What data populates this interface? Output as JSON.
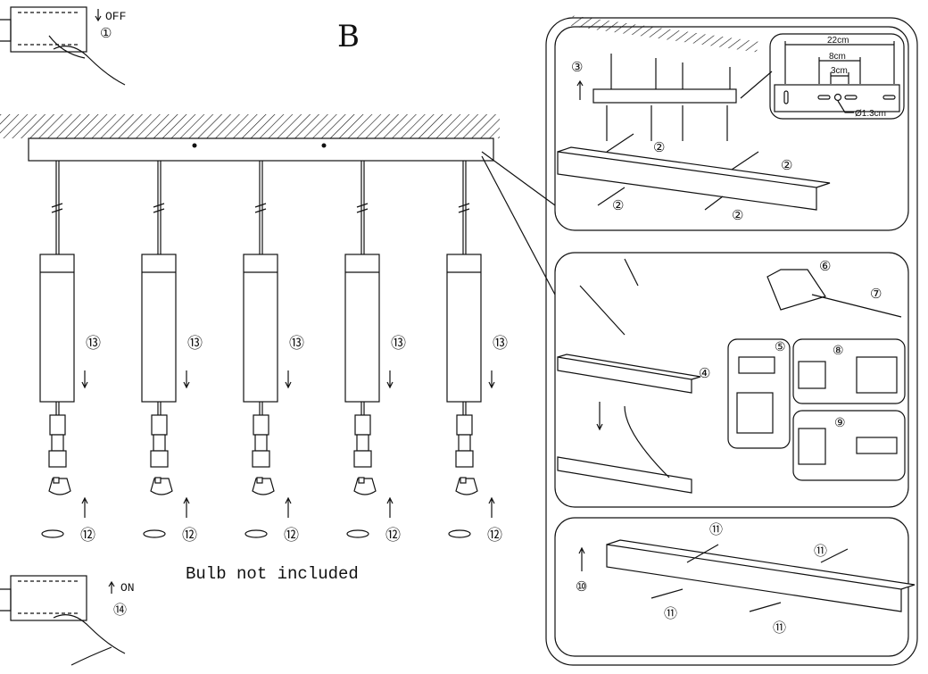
{
  "diagram": {
    "title": "B",
    "left": {
      "switch_off": {
        "label": "OFF",
        "step": "①"
      },
      "switch_on": {
        "label": "ON",
        "step": "⑭"
      },
      "pendant_step_lower": "⑬",
      "bulb_step_rotate": "⑫",
      "note": "Bulb not included"
    },
    "panel_mounting": {
      "step_drill": "③",
      "step_screw": "②",
      "dimensions": {
        "overall": "22cm",
        "middle": "8cm",
        "inner": "3cm",
        "hole": "Ø1.3cm"
      }
    },
    "panel_wiring": {
      "step_cap": "④",
      "step_cover": "⑤",
      "step_screw": "⑥",
      "step_strip": "⑦",
      "step_connect": "⑧",
      "step_close": "⑨"
    },
    "panel_fix": {
      "step_lift": "⑩",
      "step_screw": "⑪"
    }
  }
}
